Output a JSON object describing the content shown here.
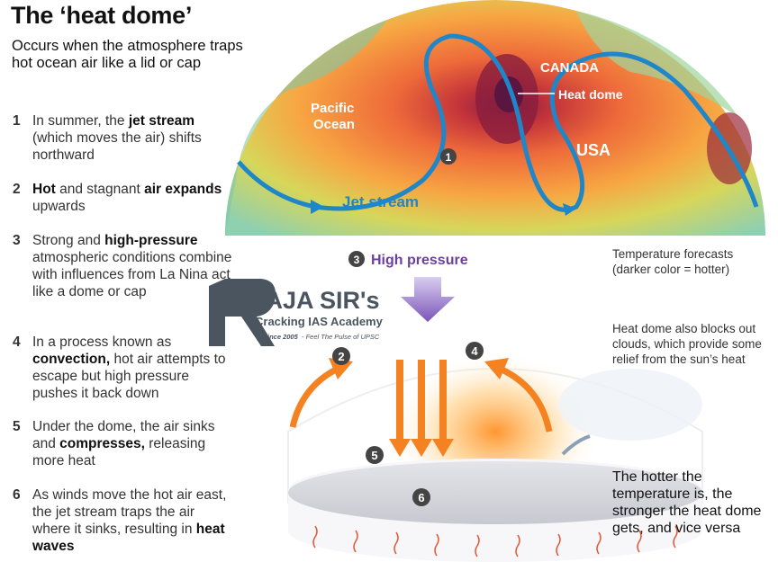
{
  "title": "The ‘heat dome’",
  "subtitle": "Occurs when the atmosphere traps hot ocean air like a lid or cap",
  "steps": [
    {
      "num": "1",
      "parts": [
        [
          "In summer, the ",
          false
        ],
        [
          "jet stream",
          true
        ],
        [
          " (which moves the air) shifts northward",
          false
        ]
      ]
    },
    {
      "num": "2",
      "parts": [
        [
          "Hot",
          true
        ],
        [
          " and stagnant ",
          false
        ],
        [
          "air expands",
          true
        ],
        [
          " upwards",
          false
        ]
      ]
    },
    {
      "num": "3",
      "parts": [
        [
          "Strong and ",
          false
        ],
        [
          "high-pressure",
          true
        ],
        [
          " atmospheric conditions combine with influences from La Nina act like a dome or cap",
          false
        ]
      ]
    },
    {
      "num": "4",
      "parts": [
        [
          "In a process known as ",
          false
        ],
        [
          "convection,",
          true
        ],
        [
          " hot air attempts to escape but high pressure pushes it back down",
          false
        ]
      ]
    },
    {
      "num": "5",
      "parts": [
        [
          "Under the dome, the air sinks and ",
          false
        ],
        [
          "compresses,",
          true
        ],
        [
          " releasing more heat",
          false
        ]
      ]
    },
    {
      "num": "6",
      "parts": [
        [
          "As winds move the hot air east, the jet stream traps the air where it sinks, resulting in ",
          false
        ],
        [
          "heat waves",
          true
        ]
      ]
    }
  ],
  "map": {
    "labels": {
      "canada": "CANADA",
      "heat_dome": "Heat dome",
      "pacific": "Pacific",
      "ocean": "Ocean",
      "usa": "USA",
      "jet_stream": "Jet stream"
    },
    "marker": "1"
  },
  "diagram": {
    "high_pressure": "High pressure",
    "markers": [
      "2",
      "3",
      "4",
      "5",
      "6"
    ]
  },
  "logo": {
    "name": "RAJA SIR's",
    "academy": "Cracking IAS Academy",
    "since": "Since 2005",
    "tagline": "- Feel The Pulse of UPSC"
  },
  "notes": {
    "forecast": "Temperature forecasts (darker color = hotter)",
    "clouds": "Heat dome also blocks out clouds, which provide some relief from the sun’s heat",
    "hotter": "The hotter the temperature is, the stronger the heat dome gets, and vice versa"
  },
  "colors": {
    "jet_stream": "#1f86c8",
    "high_pressure": "#6b3fa0",
    "arrow_orange": "#f58220",
    "marker": "#444444"
  }
}
